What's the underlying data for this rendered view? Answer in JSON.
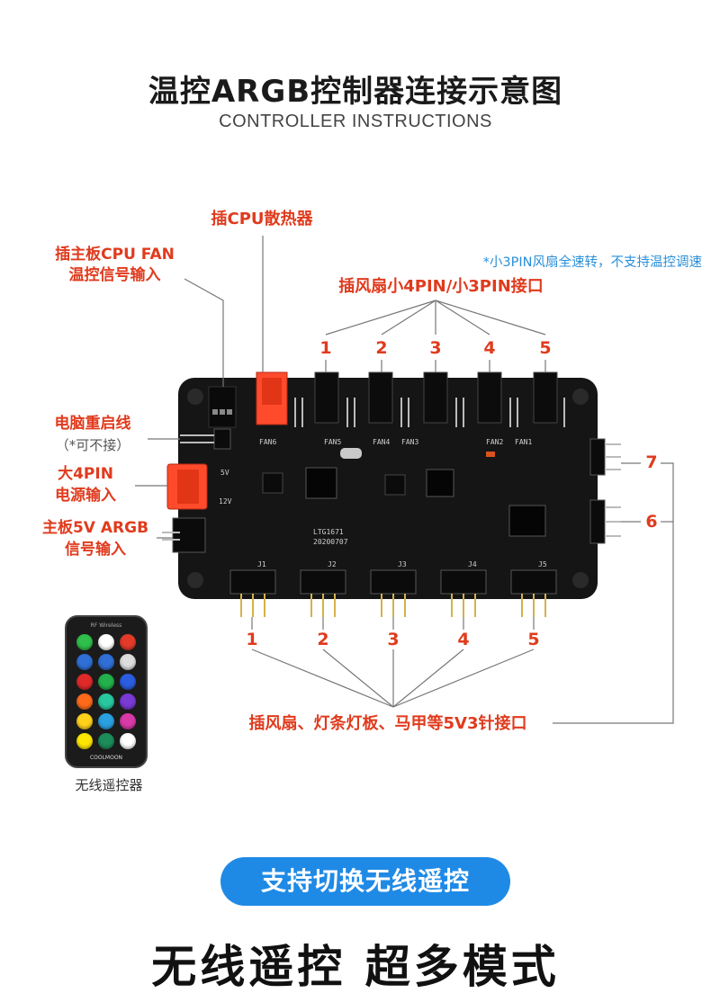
{
  "header": {
    "title": "温控ARGB控制器连接示意图",
    "subtitle": "CONTROLLER INSTRUCTIONS"
  },
  "labels": {
    "cpu_cooler": "插CPU散热器",
    "mb_cpu_fan_line1": "插主板CPU FAN",
    "mb_cpu_fan_line2": "温控信号输入",
    "note_3pin": "*小3PIN风扇全速转，不支持温控调速",
    "fan_port": "插风扇小4PIN/小3PIN接口",
    "reset_line1": "电脑重启线",
    "reset_line2": "（*可不接）",
    "power_line1": "大4PIN",
    "power_line2": "电源输入",
    "argb_line1": "主板5V ARGB",
    "argb_line2": "信号输入",
    "argb_port": "插风扇、灯条灯板、马甲等5V3针接口"
  },
  "fan_numbers": [
    "1",
    "2",
    "3",
    "4",
    "5"
  ],
  "argb_numbers": [
    "1",
    "2",
    "3",
    "4",
    "5"
  ],
  "side_numbers": {
    "upper": "7",
    "lower": "6"
  },
  "board": {
    "fan_silk": [
      "FAN6",
      "FAN5",
      "FAN4",
      "FAN3",
      "FAN2",
      "FAN1"
    ],
    "model": "LTG1671",
    "date": "20200707",
    "volt_5v": "5V",
    "volt_12v": "12V",
    "j_labels": [
      "J1",
      "J2",
      "J3",
      "J4",
      "J5"
    ]
  },
  "remote": {
    "caption": "无线遥控器",
    "brand": "COOLMOON",
    "top_text": "RF Wireless",
    "button_colors": [
      "#2fbf4a",
      "#ffffff",
      "#e23b2a",
      "#2f6fd6",
      "#2f6fd6",
      "#dddddd",
      "#e02a2a",
      "#22b14c",
      "#2a5de0",
      "#ff6a1a",
      "#28c7a0",
      "#7a3ad6",
      "#ffd21a",
      "#2aa0e0",
      "#d93aa8",
      "#ffe600",
      "#1c8c5a",
      "#ffffff"
    ]
  },
  "banner": "支持切换无线遥控",
  "tagline": "无线遥控  超多模式",
  "colors": {
    "accent_red": "#e03b1d",
    "accent_blue": "#1f8ae6",
    "board": "#151515"
  }
}
